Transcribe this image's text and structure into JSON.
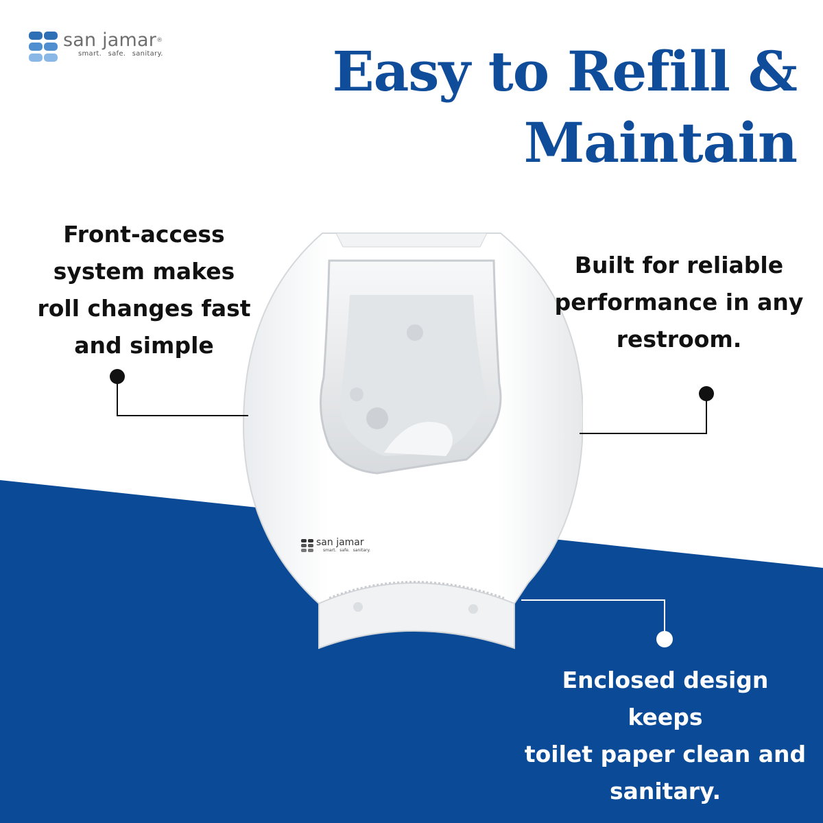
{
  "colors": {
    "brand_blue": "#0f4c9a",
    "band_blue": "#0a4a96",
    "text_dark": "#111111",
    "text_light": "#ffffff"
  },
  "logo": {
    "brand": "san jamar",
    "registered": "®",
    "tagline": "smart.  safe.  sanitary."
  },
  "headline": {
    "line1": "Easy to Refill &",
    "line2": "Maintain"
  },
  "features": {
    "left": [
      "Front-access",
      "system makes",
      "roll changes fast",
      "and simple"
    ],
    "right": [
      "Built for reliable",
      "performance in any",
      "restroom."
    ],
    "bottom": [
      "Enclosed design keeps",
      "toilet paper clean and",
      "sanitary."
    ]
  },
  "product": {
    "name": "toilet-paper-dispenser",
    "logo_brand": "san jamar",
    "logo_tagline": "smart.  safe.  sanitary."
  }
}
